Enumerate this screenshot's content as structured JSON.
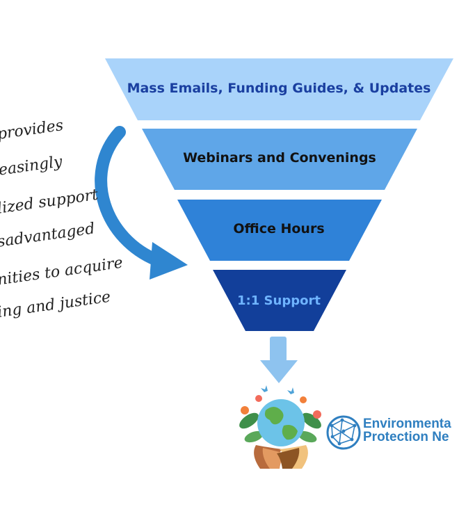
{
  "funnel": {
    "tiers": [
      {
        "label": "Mass Emails, Funding Guides, & Updates",
        "color": "#a9d3fa",
        "text_color": "#1a3fa0"
      },
      {
        "label": "Webinars and Convenings",
        "color": "#5fa6e8",
        "text_color": "#111111"
      },
      {
        "label": "Office Hours",
        "color": "#2f82d8",
        "text_color": "#111111"
      },
      {
        "label": "1:1 Support",
        "color": "#123f9a",
        "text_color": "#6fb4ff"
      }
    ]
  },
  "side_text": {
    "lines": [
      "provides",
      "easingly",
      "lized support",
      "sadvantaged",
      "nities to acquire",
      "ing and justice"
    ]
  },
  "logo": {
    "line1": "Environmenta",
    "line2": "Protection Ne",
    "color": "#2f7fc0"
  },
  "colors": {
    "arrow": "#2f86d0",
    "down_arrow": "#8ec3ef"
  }
}
